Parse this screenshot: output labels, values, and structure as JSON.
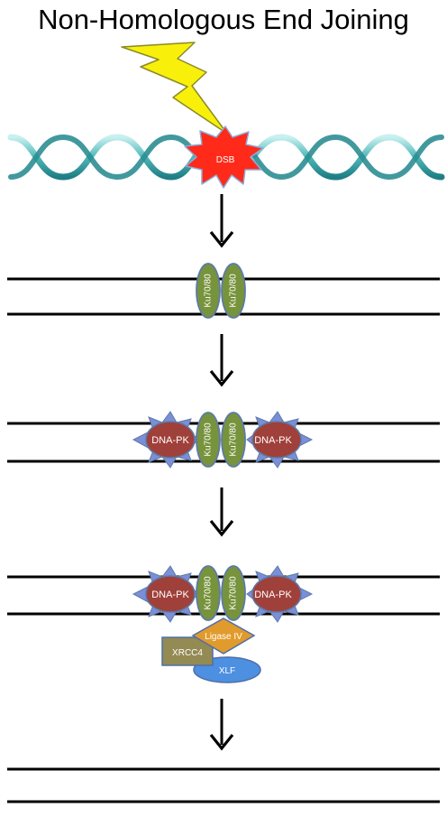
{
  "title": "Non-Homologous End Joining",
  "labels": {
    "dsb": "DSB",
    "ku": "Ku70/80",
    "dnapk": "DNA-PK",
    "ligase": "Ligase IV",
    "xrcc4": "XRCC4",
    "xlf": "XLF"
  },
  "colors": {
    "helix": "#3fa9a9",
    "helix_light": "#a8e2e2",
    "dsb_fill": "#ff2a1a",
    "bolt_fill": "#f8f00a",
    "ku_fill": "#77933c",
    "dnapk_fill": "#a0403a",
    "spike_fill": "#7a8fd8",
    "ligase_fill": "#e19b2c",
    "xrcc4_fill": "#948a54",
    "xlf_fill": "#4d8fe0",
    "outline": "#4f6fa8"
  }
}
